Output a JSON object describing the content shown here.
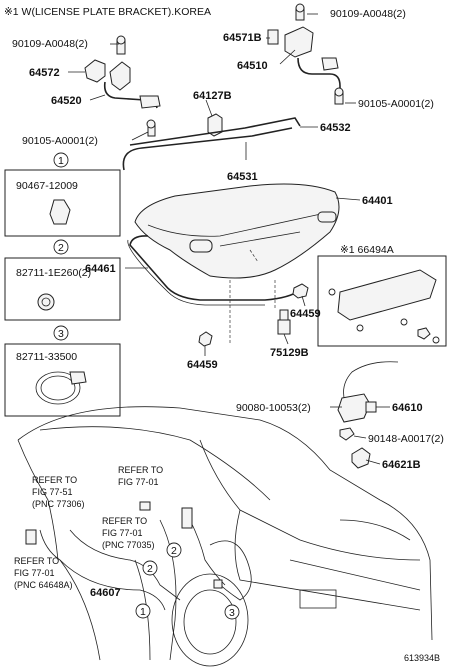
{
  "header_note": "※1 W(LICENSE PLATE BRACKET).KOREA",
  "part_labels": {
    "p90109_top": "90109-A0048(2)",
    "p90109_left": "90109-A0048(2)",
    "p64571B": "64571B",
    "p64572": "64572",
    "p64510": "64510",
    "p64520": "64520",
    "p64127B": "64127B",
    "p90105_right": "90105-A0001(2)",
    "p90105_left": "90105-A0001(2)",
    "p64532": "64532",
    "p64531": "64531",
    "p64401": "64401",
    "p66494A": "※1 66494A",
    "p64461": "64461",
    "p64459a": "64459",
    "p64459b": "64459",
    "p75129B": "75129B",
    "p90080": "90080-10053(2)",
    "p64610": "64610",
    "p90148": "90148-A0017(2)",
    "p64621B": "64621B",
    "p64607": "64607"
  },
  "callouts": [
    {
      "num": "1",
      "part": "90467-12009"
    },
    {
      "num": "2",
      "part": "82711-1E260(2)"
    },
    {
      "num": "3",
      "part": "82711-33500"
    }
  ],
  "refers": [
    {
      "l1": "REFER TO",
      "l2": "FIG 77-51",
      "l3": "(PNC 77306)"
    },
    {
      "l1": "REFER TO",
      "l2": "FIG 77-01",
      "l3": ""
    },
    {
      "l1": "REFER TO",
      "l2": "FIG 77-01",
      "l3": "(PNC 77035)"
    },
    {
      "l1": "REFER TO",
      "l2": "FIG 77-01",
      "l3": "(PNC 64648A)"
    }
  ],
  "marker_nums": [
    "1",
    "2",
    "2",
    "3"
  ],
  "figure_id": "613934B"
}
